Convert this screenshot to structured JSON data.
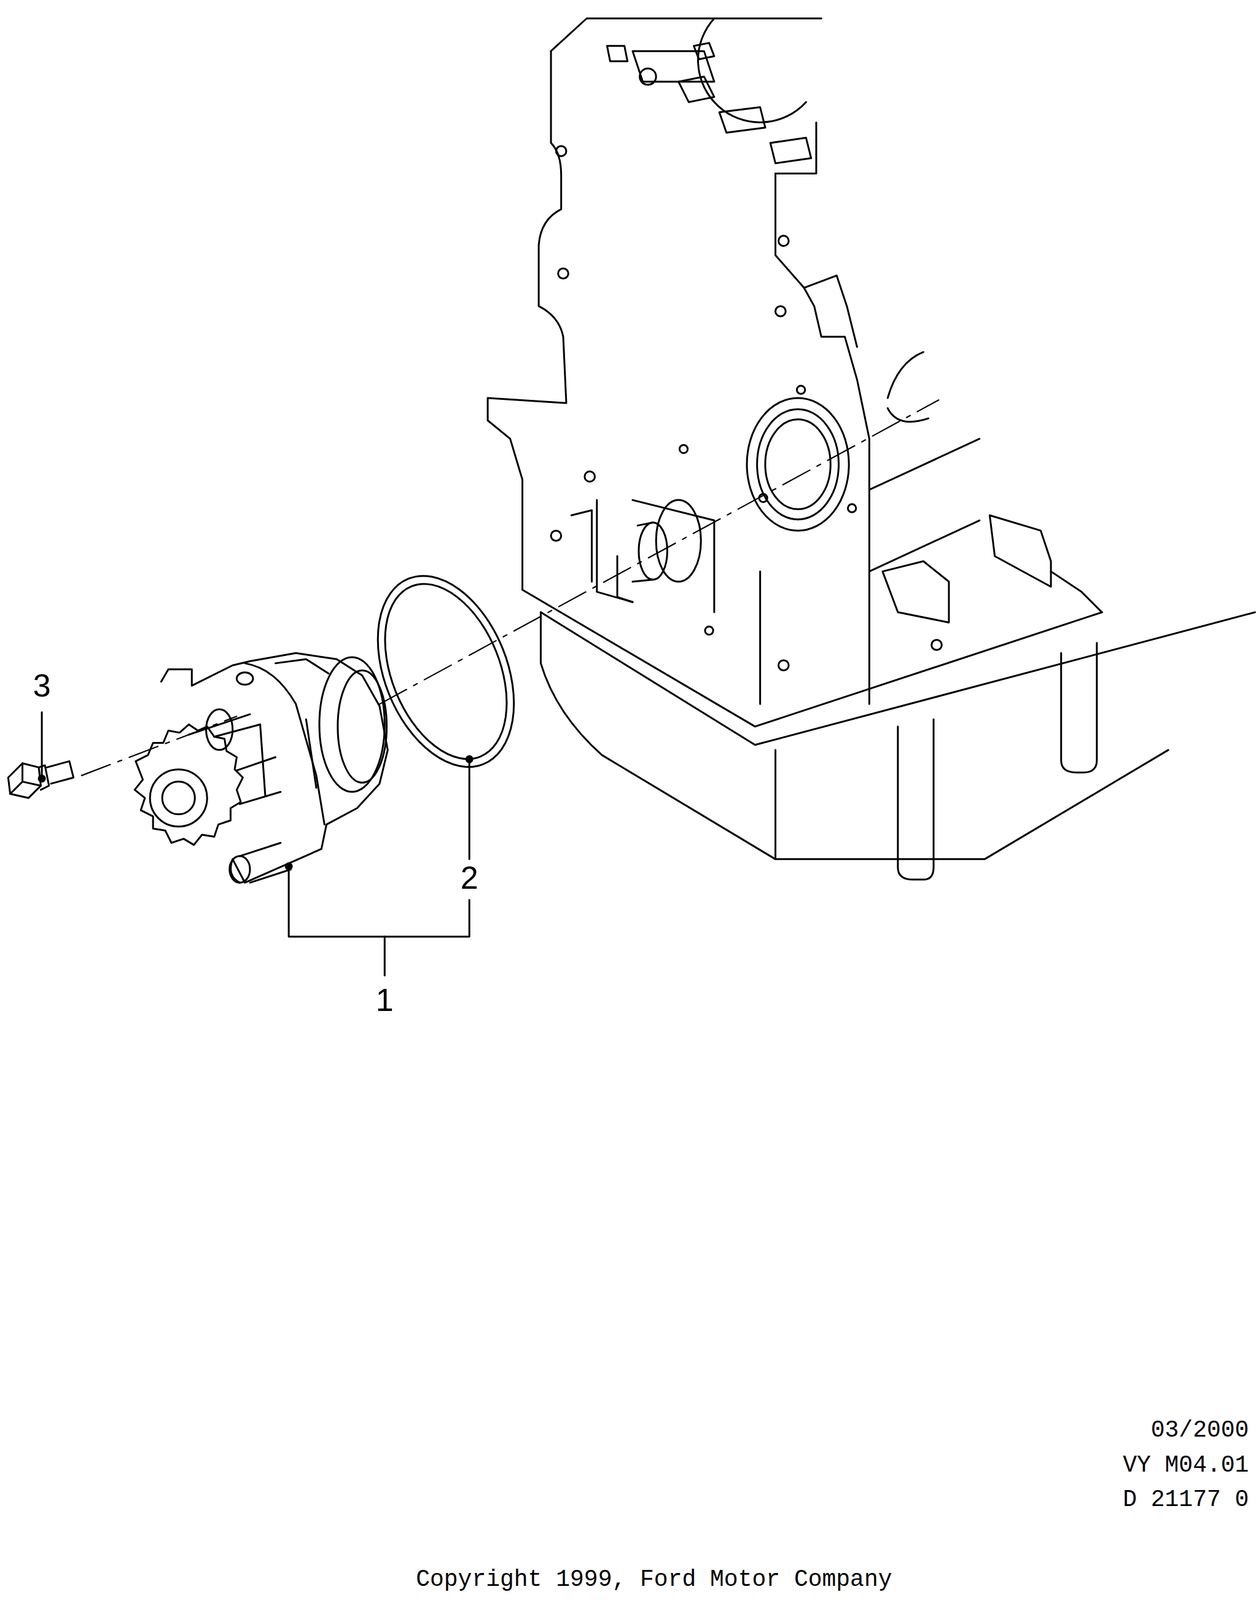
{
  "diagram": {
    "labels": [
      "3",
      "2",
      "1",
      "03/2000",
      "VY M04.01",
      "D 21177 0",
      "Copyright 1999, Ford Motor Company"
    ]
  }
}
